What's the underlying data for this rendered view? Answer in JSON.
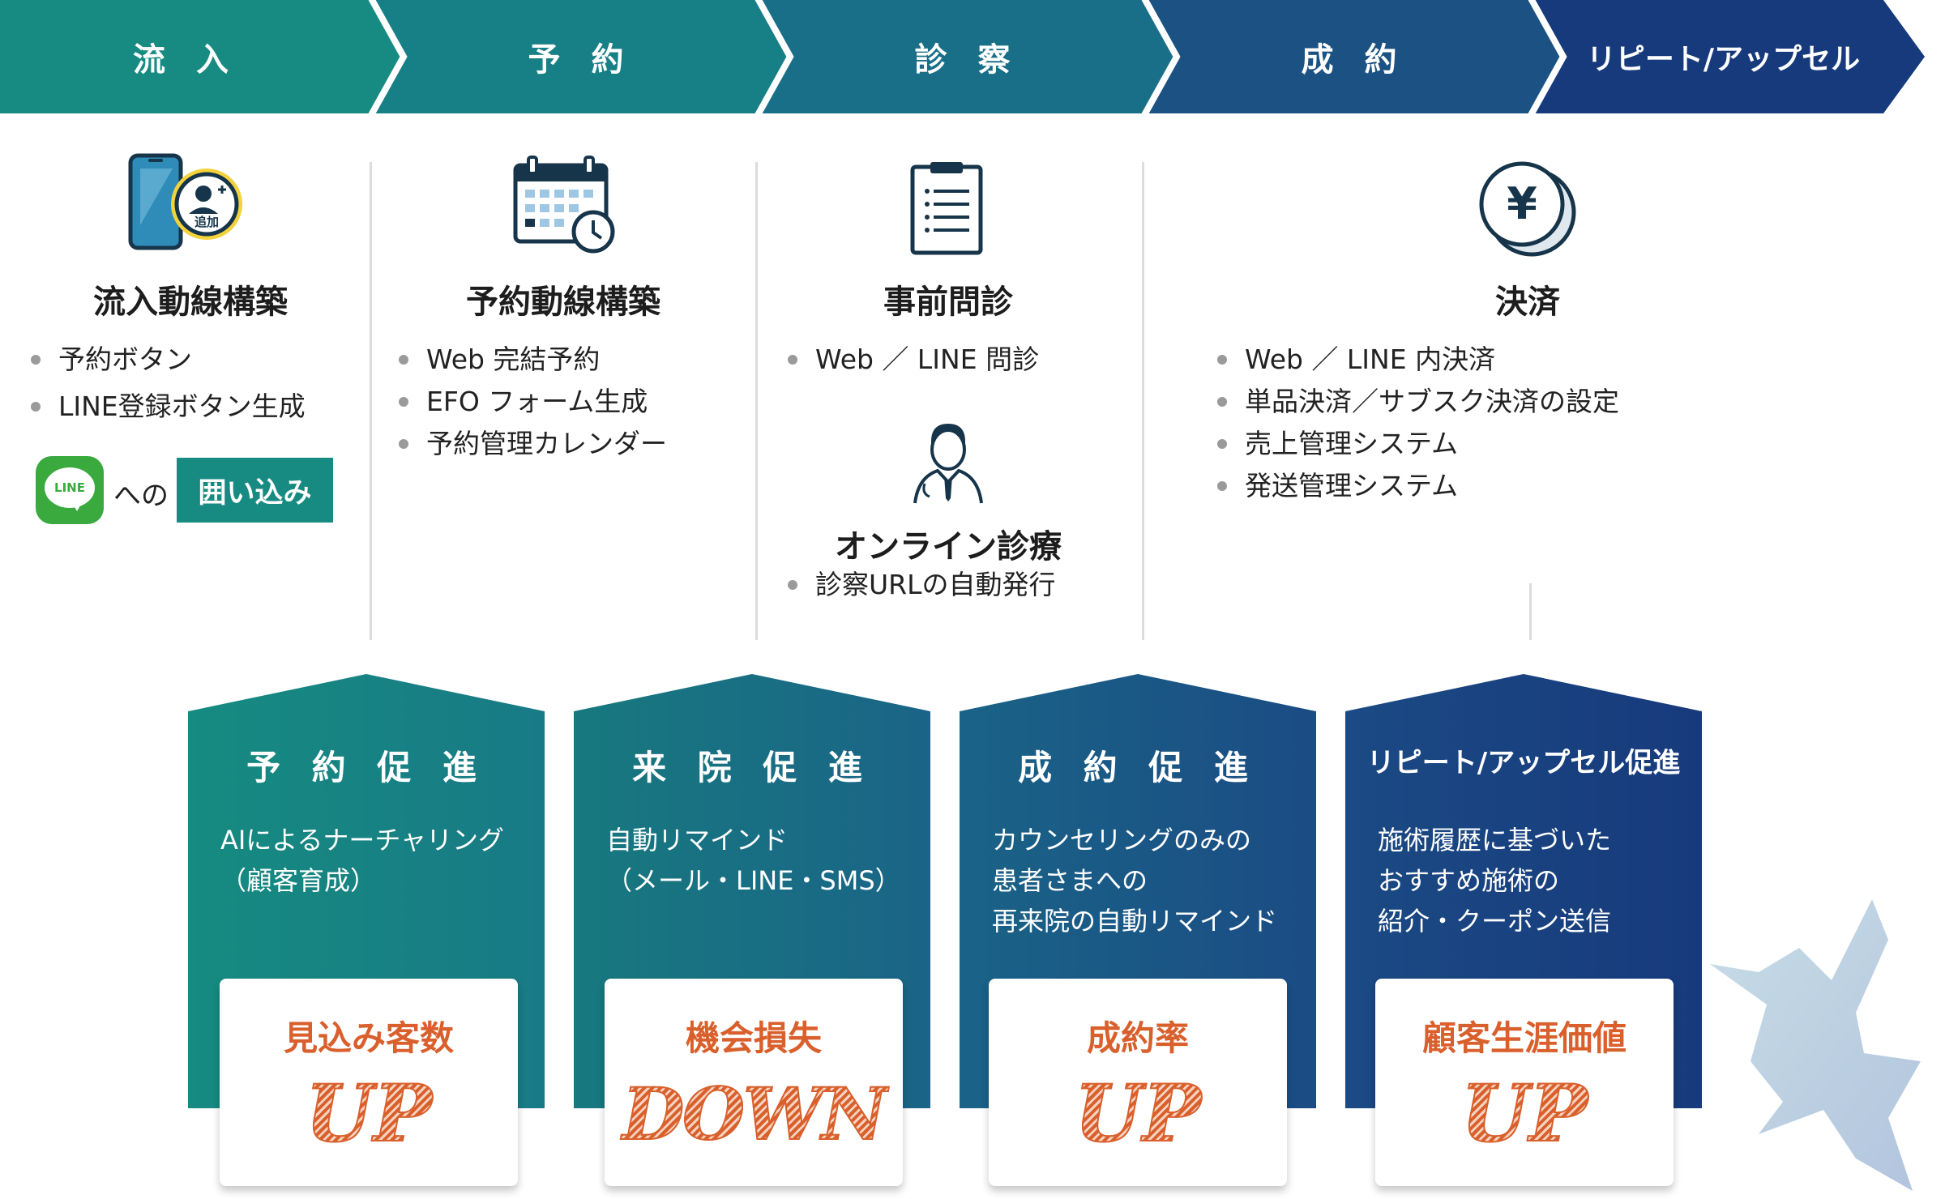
{
  "colors": {
    "teal": "#178b82",
    "teal_blue": "#196f87",
    "blue": "#1b5283",
    "navy": "#163a7b",
    "accent_orange": "#d9602c",
    "line_green": "#3aaa3e"
  },
  "flow_steps": [
    {
      "label": "流 入"
    },
    {
      "label": "予 約"
    },
    {
      "label": "診 察"
    },
    {
      "label": "成 約"
    },
    {
      "label": "リピート/アップセル"
    }
  ],
  "columns": {
    "inflow": {
      "icon": "smartphone-add-user-icon",
      "badge": "追加",
      "title": "流入動線構築",
      "bullets": [
        "予約ボタン",
        "LINE登録ボタン生成"
      ],
      "line_logo": "LINE",
      "he_no": "への",
      "kakoi": "囲い込み"
    },
    "reserve": {
      "icon": "calendar-clock-icon",
      "title": "予約動線構築",
      "bullets": [
        "Web 完結予約",
        "EFO フォーム生成",
        "予約管理カレンダー"
      ]
    },
    "exam": {
      "icon": "clipboard-icon",
      "title": "事前問診",
      "bullets": [
        "Web ／ LINE 問診"
      ],
      "doctor_icon": "doctor-icon",
      "title2": "オンライン診療",
      "bullets2": [
        "診察URLの自動発行"
      ]
    },
    "contract": {
      "icon": "yen-coin-icon",
      "title": "決済",
      "bullets": [
        "Web ／ LINE 内決済",
        "単品決済／サブスク決済の設定",
        "売上管理システム",
        "発送管理システム"
      ]
    }
  },
  "houses": [
    {
      "title": "予 約 促 進",
      "desc": [
        "AIによるナーチャリング",
        "（顧客育成）"
      ],
      "card_label": "見込み客数",
      "card_big": "UP"
    },
    {
      "title": "来 院 促 進",
      "desc": [
        "自動リマインド",
        "（メール・LINE・SMS）"
      ],
      "card_label": "機会損失",
      "card_big": "DOWN"
    },
    {
      "title": "成 約 促 進",
      "desc": [
        "カウンセリングのみの",
        "患者さまへの",
        "再来院の自動リマインド"
      ],
      "card_label": "成約率",
      "card_big": "UP"
    },
    {
      "title": "リピート/アップセル促進",
      "desc": [
        "施術履歴に基づいた",
        "おすすめ施術の",
        "紹介・クーポン送信"
      ],
      "card_label": "顧客生涯価値",
      "card_big": "UP"
    }
  ],
  "decoration_icon": "bird-silhouette-icon"
}
